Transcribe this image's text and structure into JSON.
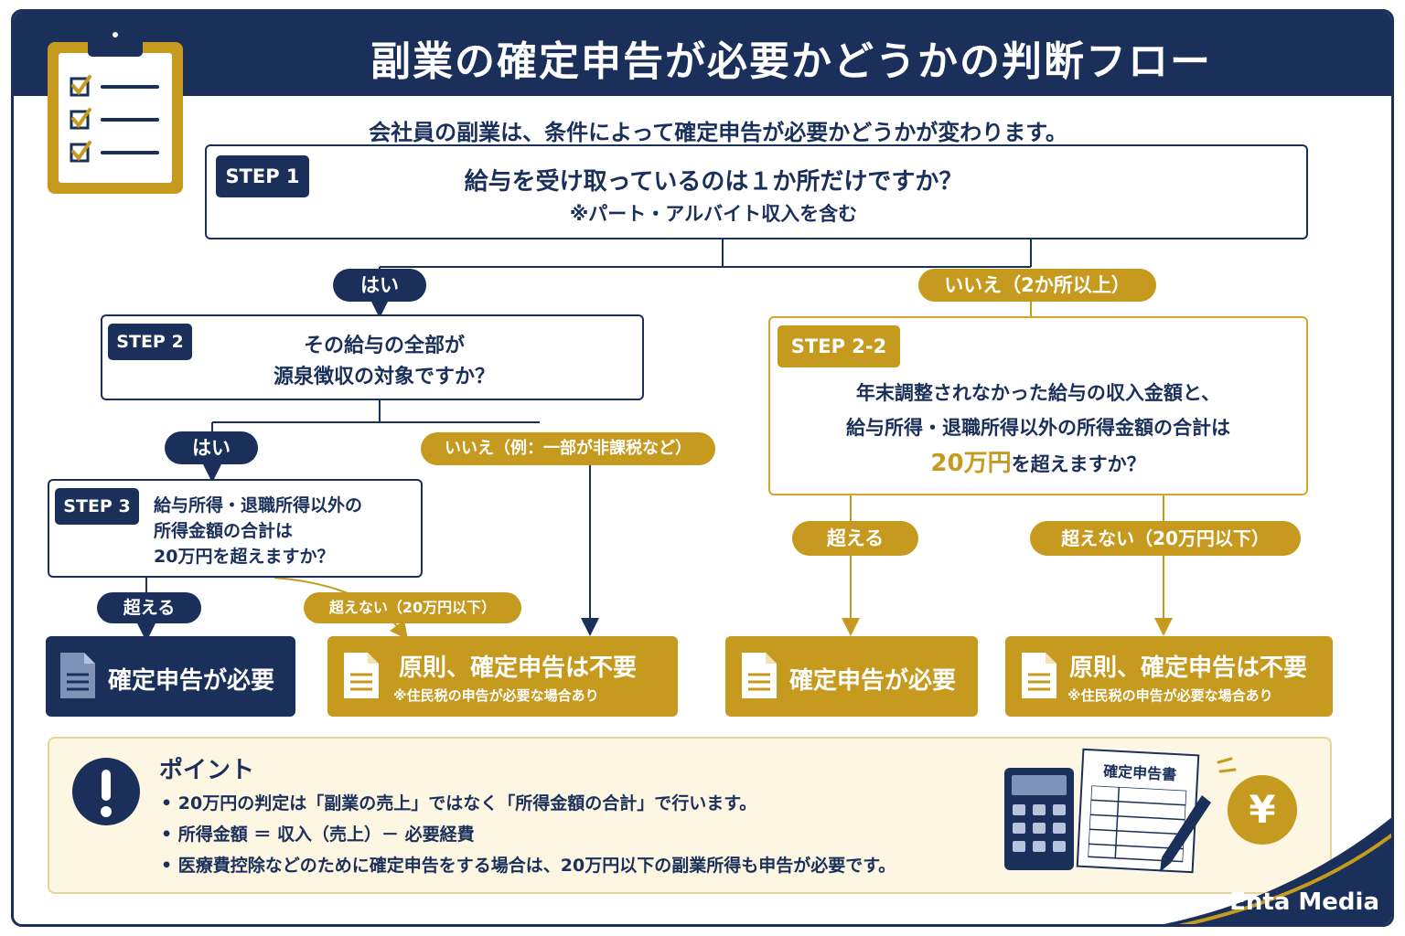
{
  "title": "副業の確定申告が必要かどうかの判断フロー",
  "subtitle": "会社員の副業は、条件によって確定申告が必要かどうかが変わります。",
  "step1": {
    "tag": "STEP 1",
    "question": "給与を受け取っているのは１か所だけですか？",
    "note": "※パート・アルバイト収入を含む"
  },
  "step1_yes": "はい",
  "step1_no": "いいえ（2か所以上）",
  "step2": {
    "tag": "STEP 2",
    "line1": "その給与の全部が",
    "line2": "源泉徴収の対象ですか？"
  },
  "step2_yes": "はい",
  "step2_no": "いいえ（例：一部が非課税など）",
  "step3": {
    "tag": "STEP 3",
    "line1": "給与所得・退職所得以外の",
    "line2": "所得金額の合計は",
    "line3": "20万円を超えますか？"
  },
  "step3_over": "超える",
  "step3_notover": "超えない（20万円以下）",
  "step22": {
    "tag": "STEP 2-2",
    "line1": "年末調整されなかった給与の収入金額と、",
    "line2": "給与所得・退職所得以外の所得金額の合計は",
    "amount": "20万円",
    "line3_rest": "を超えますか？"
  },
  "step22_over": "超える",
  "step22_notover": "超えない（20万円以下）",
  "results": {
    "required": "確定申告が必要",
    "not_required": "原則、確定申告は不要",
    "note": "※住民税の申告が必要な場合あり"
  },
  "point": {
    "heading": "ポイント",
    "items": [
      "• 20万円の判定は「副業の売上」ではなく「所得金額の合計」で行います。",
      "• 所得金額 ＝ 収入（売上）－ 必要経費",
      "• 医療費控除などのために確定申告をする場合は、20万円以下の副業所得も申告が必要です。"
    ],
    "form_label": "確定申告書",
    "yen": "¥"
  },
  "brand": "Enta Media",
  "colors": {
    "navy": "#1a2f5a",
    "gold": "#c59a1e",
    "cream": "#fcf6e2"
  }
}
